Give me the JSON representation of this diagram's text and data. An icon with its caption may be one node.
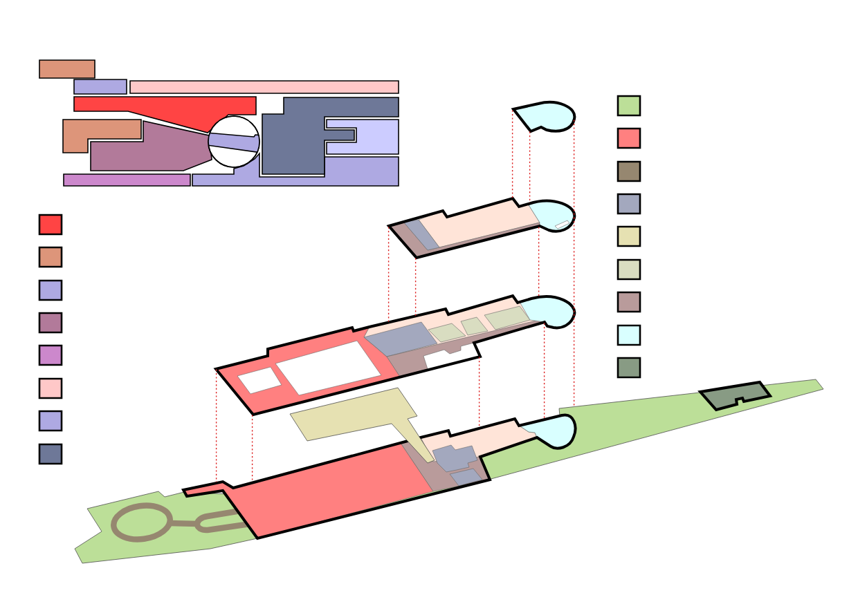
{
  "diagram": {
    "nodes": [
      {
        "text": [],
        "shape": "picture"
      },
      {
        "text": [],
        "shape": "picture"
      },
      {
        "text": [],
        "shape": "picture"
      },
      {
        "text": [],
        "shape": "picture"
      }
    ],
    "edges": [
      {
        "from": 0,
        "to": 1,
        "arrow": "none",
        "style": "dashed"
      },
      {
        "from": 0,
        "to": 1,
        "arrow": "none",
        "style": "dashed"
      },
      {
        "from": 0,
        "to": 1,
        "arrow": "none",
        "style": "dashed"
      },
      {
        "from": 1,
        "to": 2,
        "arrow": "none",
        "style": "dashed"
      },
      {
        "from": 1,
        "to": 2,
        "arrow": "none",
        "style": "dashed"
      },
      {
        "from": 1,
        "to": 2,
        "arrow": "none",
        "style": "dashed"
      },
      {
        "from": 1,
        "to": 2,
        "arrow": "none",
        "style": "dashed"
      },
      {
        "from": 2,
        "to": 3,
        "arrow": "none",
        "style": "dashed"
      },
      {
        "from": 2,
        "to": 3,
        "arrow": "none",
        "style": "dashed"
      },
      {
        "from": 2,
        "to": 3,
        "arrow": "none",
        "style": "dashed"
      },
      {
        "from": 2,
        "to": 3,
        "arrow": "none",
        "style": "dashed"
      },
      {
        "from": 2,
        "to": 3,
        "arrow": "none",
        "style": "dashed"
      }
    ]
  }
}
